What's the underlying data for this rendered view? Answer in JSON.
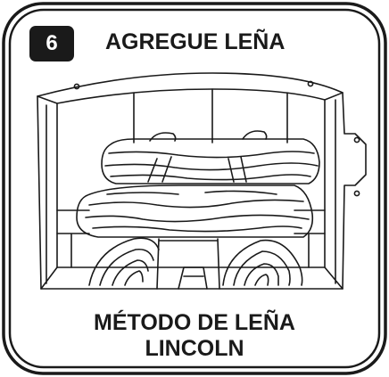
{
  "step": {
    "number": "6",
    "title": "AGREGUE LEÑA"
  },
  "caption": {
    "line1": "MÉTODO DE LEÑA",
    "line2": "LINCOLN"
  },
  "colors": {
    "ink": "#1a1a1a",
    "background": "#ffffff"
  },
  "icons": [
    "firebox-illustration",
    "log-icon",
    "grate-icon"
  ]
}
